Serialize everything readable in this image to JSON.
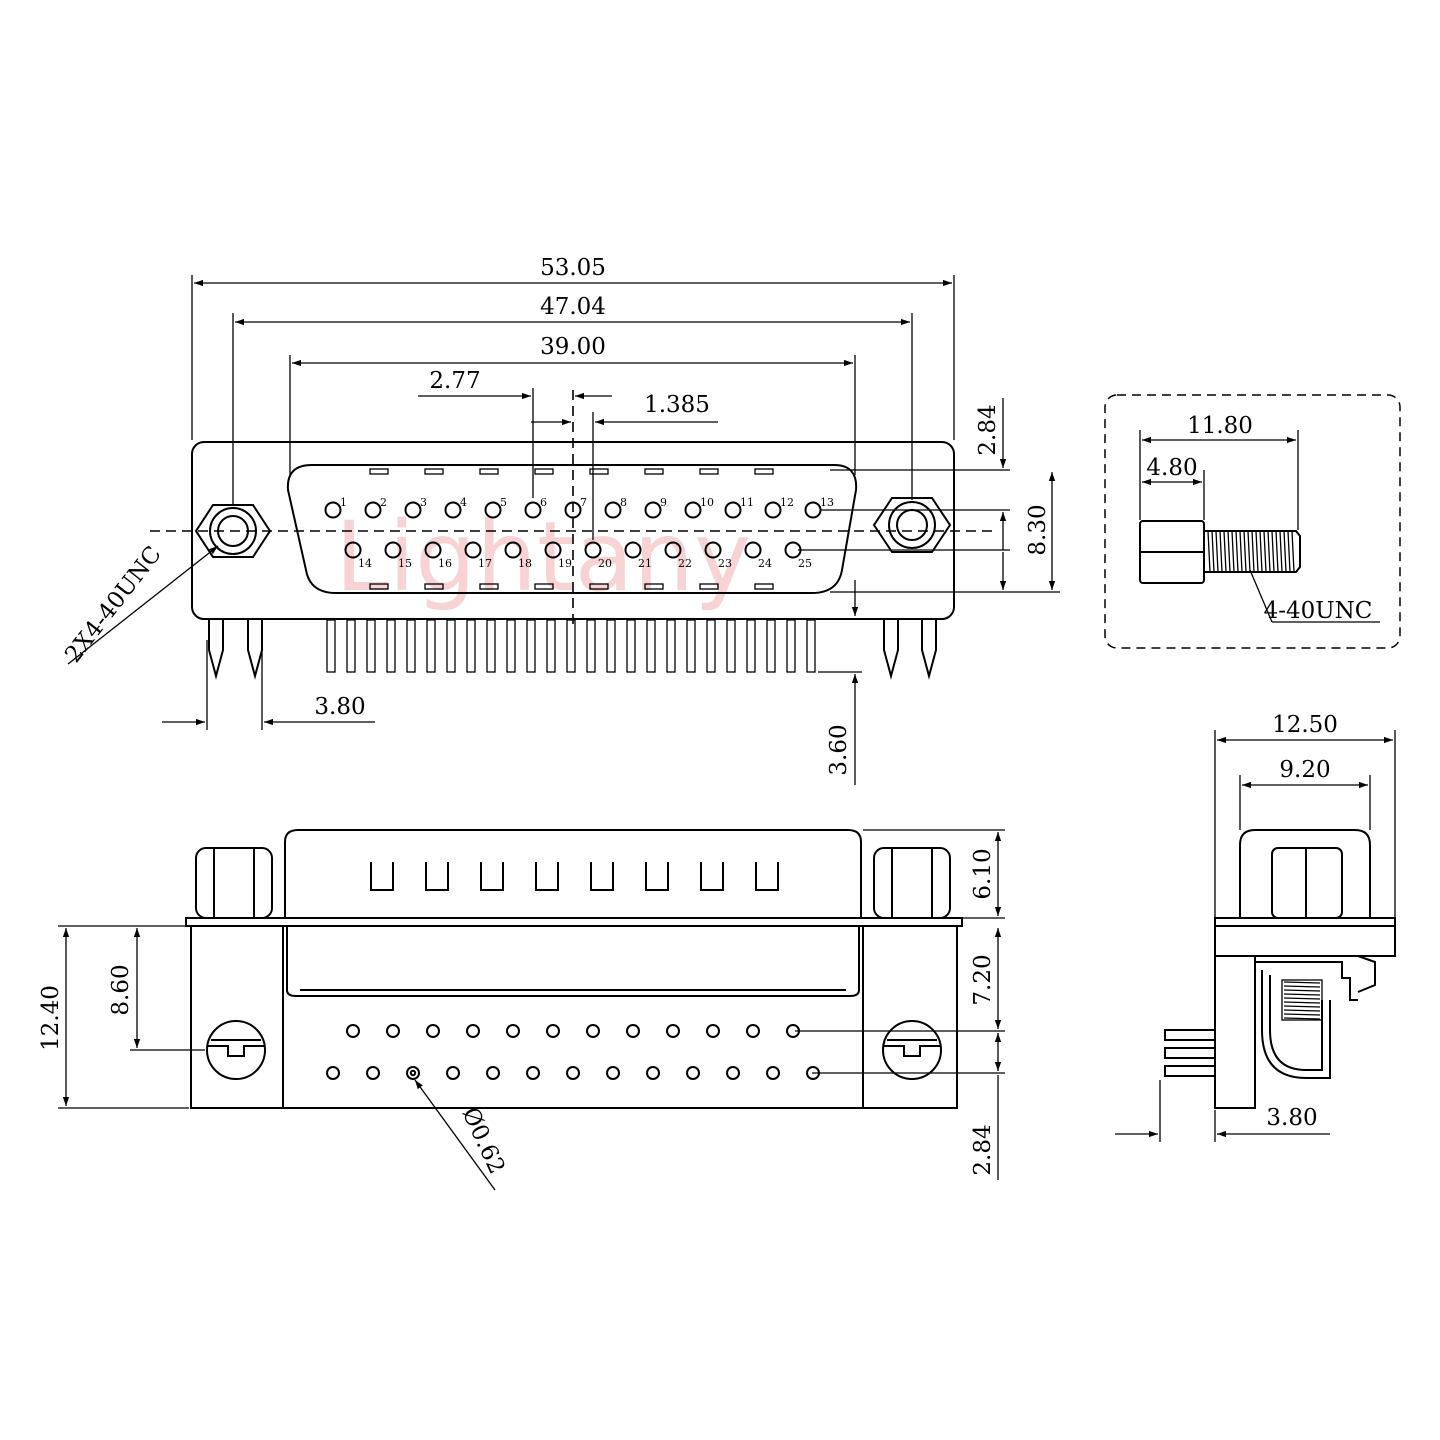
{
  "watermark": "Lightany",
  "front_view": {
    "dims": {
      "overall": "53.05",
      "mount_spacing": "47.04",
      "shell": "39.00",
      "row_pitch": "2.77",
      "offset": "1.385",
      "height_top": "2.84",
      "row_span": "8.30",
      "board_lock": "3.80",
      "tail": "3.60"
    },
    "thread_label": "2X4-40UNC",
    "top_row_pins": [
      "1",
      "2",
      "3",
      "4",
      "5",
      "6",
      "7",
      "8",
      "9",
      "10",
      "11",
      "12",
      "13"
    ],
    "bottom_row_pins": [
      "14",
      "15",
      "16",
      "17",
      "18",
      "19",
      "20",
      "21",
      "22",
      "23",
      "24",
      "25"
    ]
  },
  "screw_detail": {
    "length": "11.80",
    "hex_length": "4.80",
    "thread_label": "4-40UNC"
  },
  "side_view": {
    "depth": "12.50",
    "body_depth": "9.20",
    "offset": "3.80"
  },
  "bottom_view": {
    "height": "12.40",
    "mount_height": "8.60",
    "shell_height": "6.10",
    "row_height": "7.20",
    "row_spacing": "2.84",
    "hole_dia": "Ø0.62"
  }
}
